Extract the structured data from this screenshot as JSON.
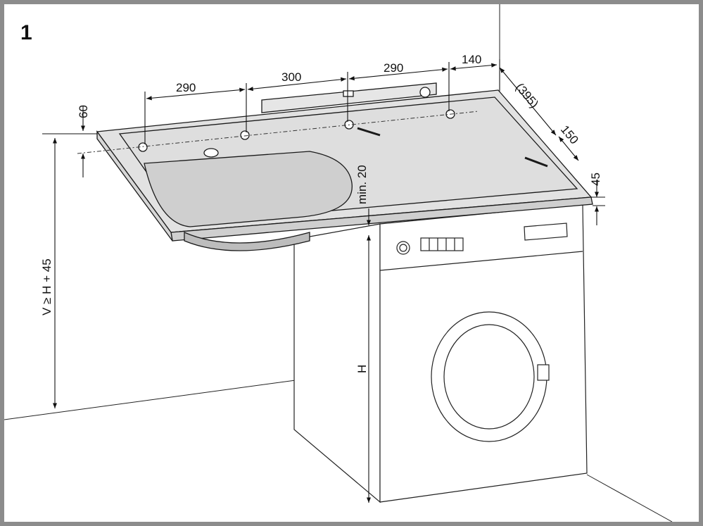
{
  "figure": {
    "number": "1"
  },
  "dimensions": {
    "top_spacing_1": "290",
    "top_spacing_2": "300",
    "top_spacing_3": "290",
    "top_spacing_4": "140",
    "side_depth": "(395)",
    "side_offset": "150",
    "rim_height": "60",
    "lip_height": "45",
    "clearance": "min. 20",
    "mount_height": "V ≥ H + 45",
    "appliance_height": "H"
  },
  "colors": {
    "frame": "#8c8c8c",
    "sink_surface": "#e2e2e2",
    "basin": "#cfcfcf",
    "line": "#1a1a1a"
  }
}
